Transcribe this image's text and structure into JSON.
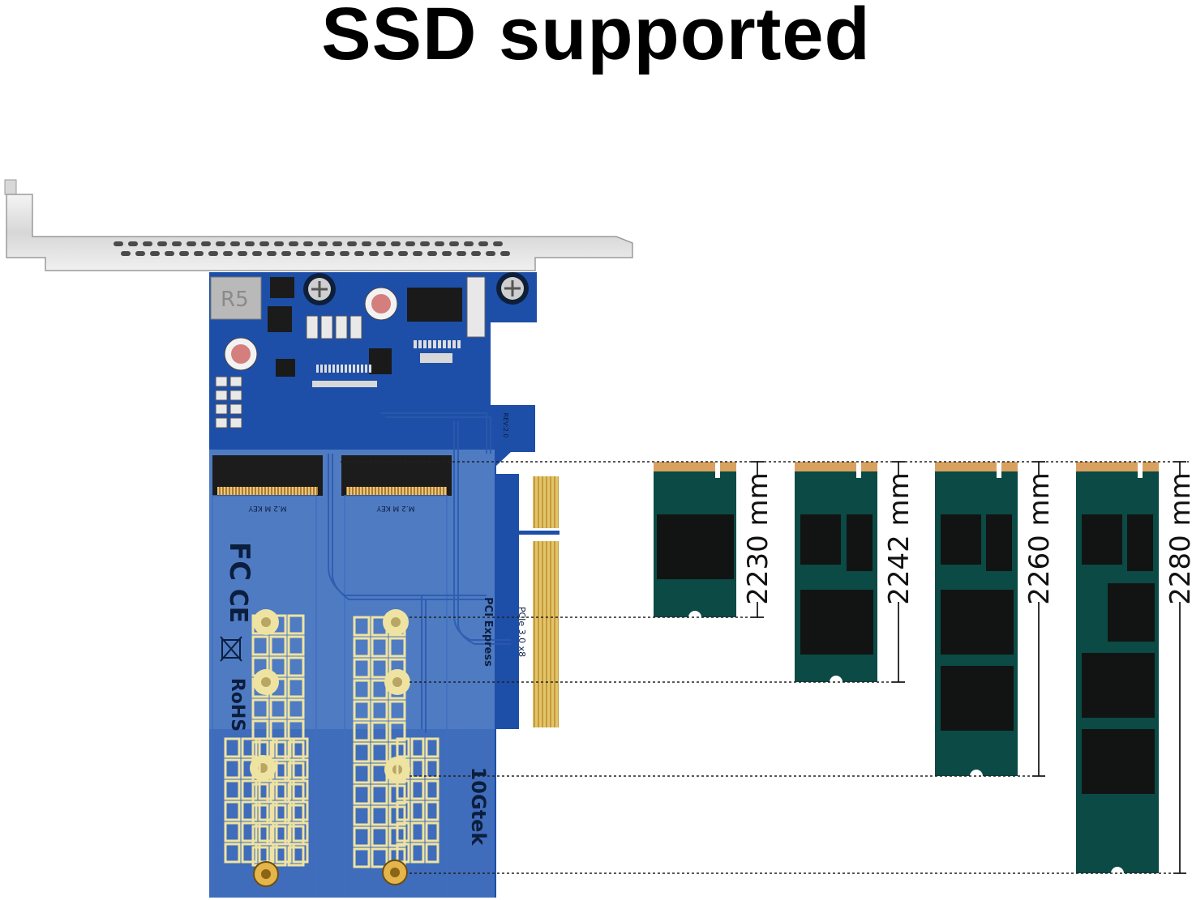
{
  "title": "SSD supported",
  "card": {
    "brand": "10Gtek",
    "slot_label": "M.2 M KEY",
    "interface": "PCIe 3.0 x8",
    "cert_marks": [
      "FC",
      "CE",
      "RoHS"
    ],
    "pci_logo": "PCI Express",
    "revision": "REV:2.0",
    "bracket_part": "R5"
  },
  "sizes": [
    {
      "label": "2230 mm",
      "length_mm": 30
    },
    {
      "label": "2242 mm",
      "length_mm": 42
    },
    {
      "label": "2260 mm",
      "length_mm": 60
    },
    {
      "label": "2280 mm",
      "length_mm": 80
    }
  ],
  "colors": {
    "pcb": "#1e4fa8",
    "pcb_light": "#6d94d3",
    "ssd_pcb": "#0b4a45",
    "ssd_chip": "#121414",
    "gold": "#d9a160",
    "pad": "#efe3a2"
  }
}
